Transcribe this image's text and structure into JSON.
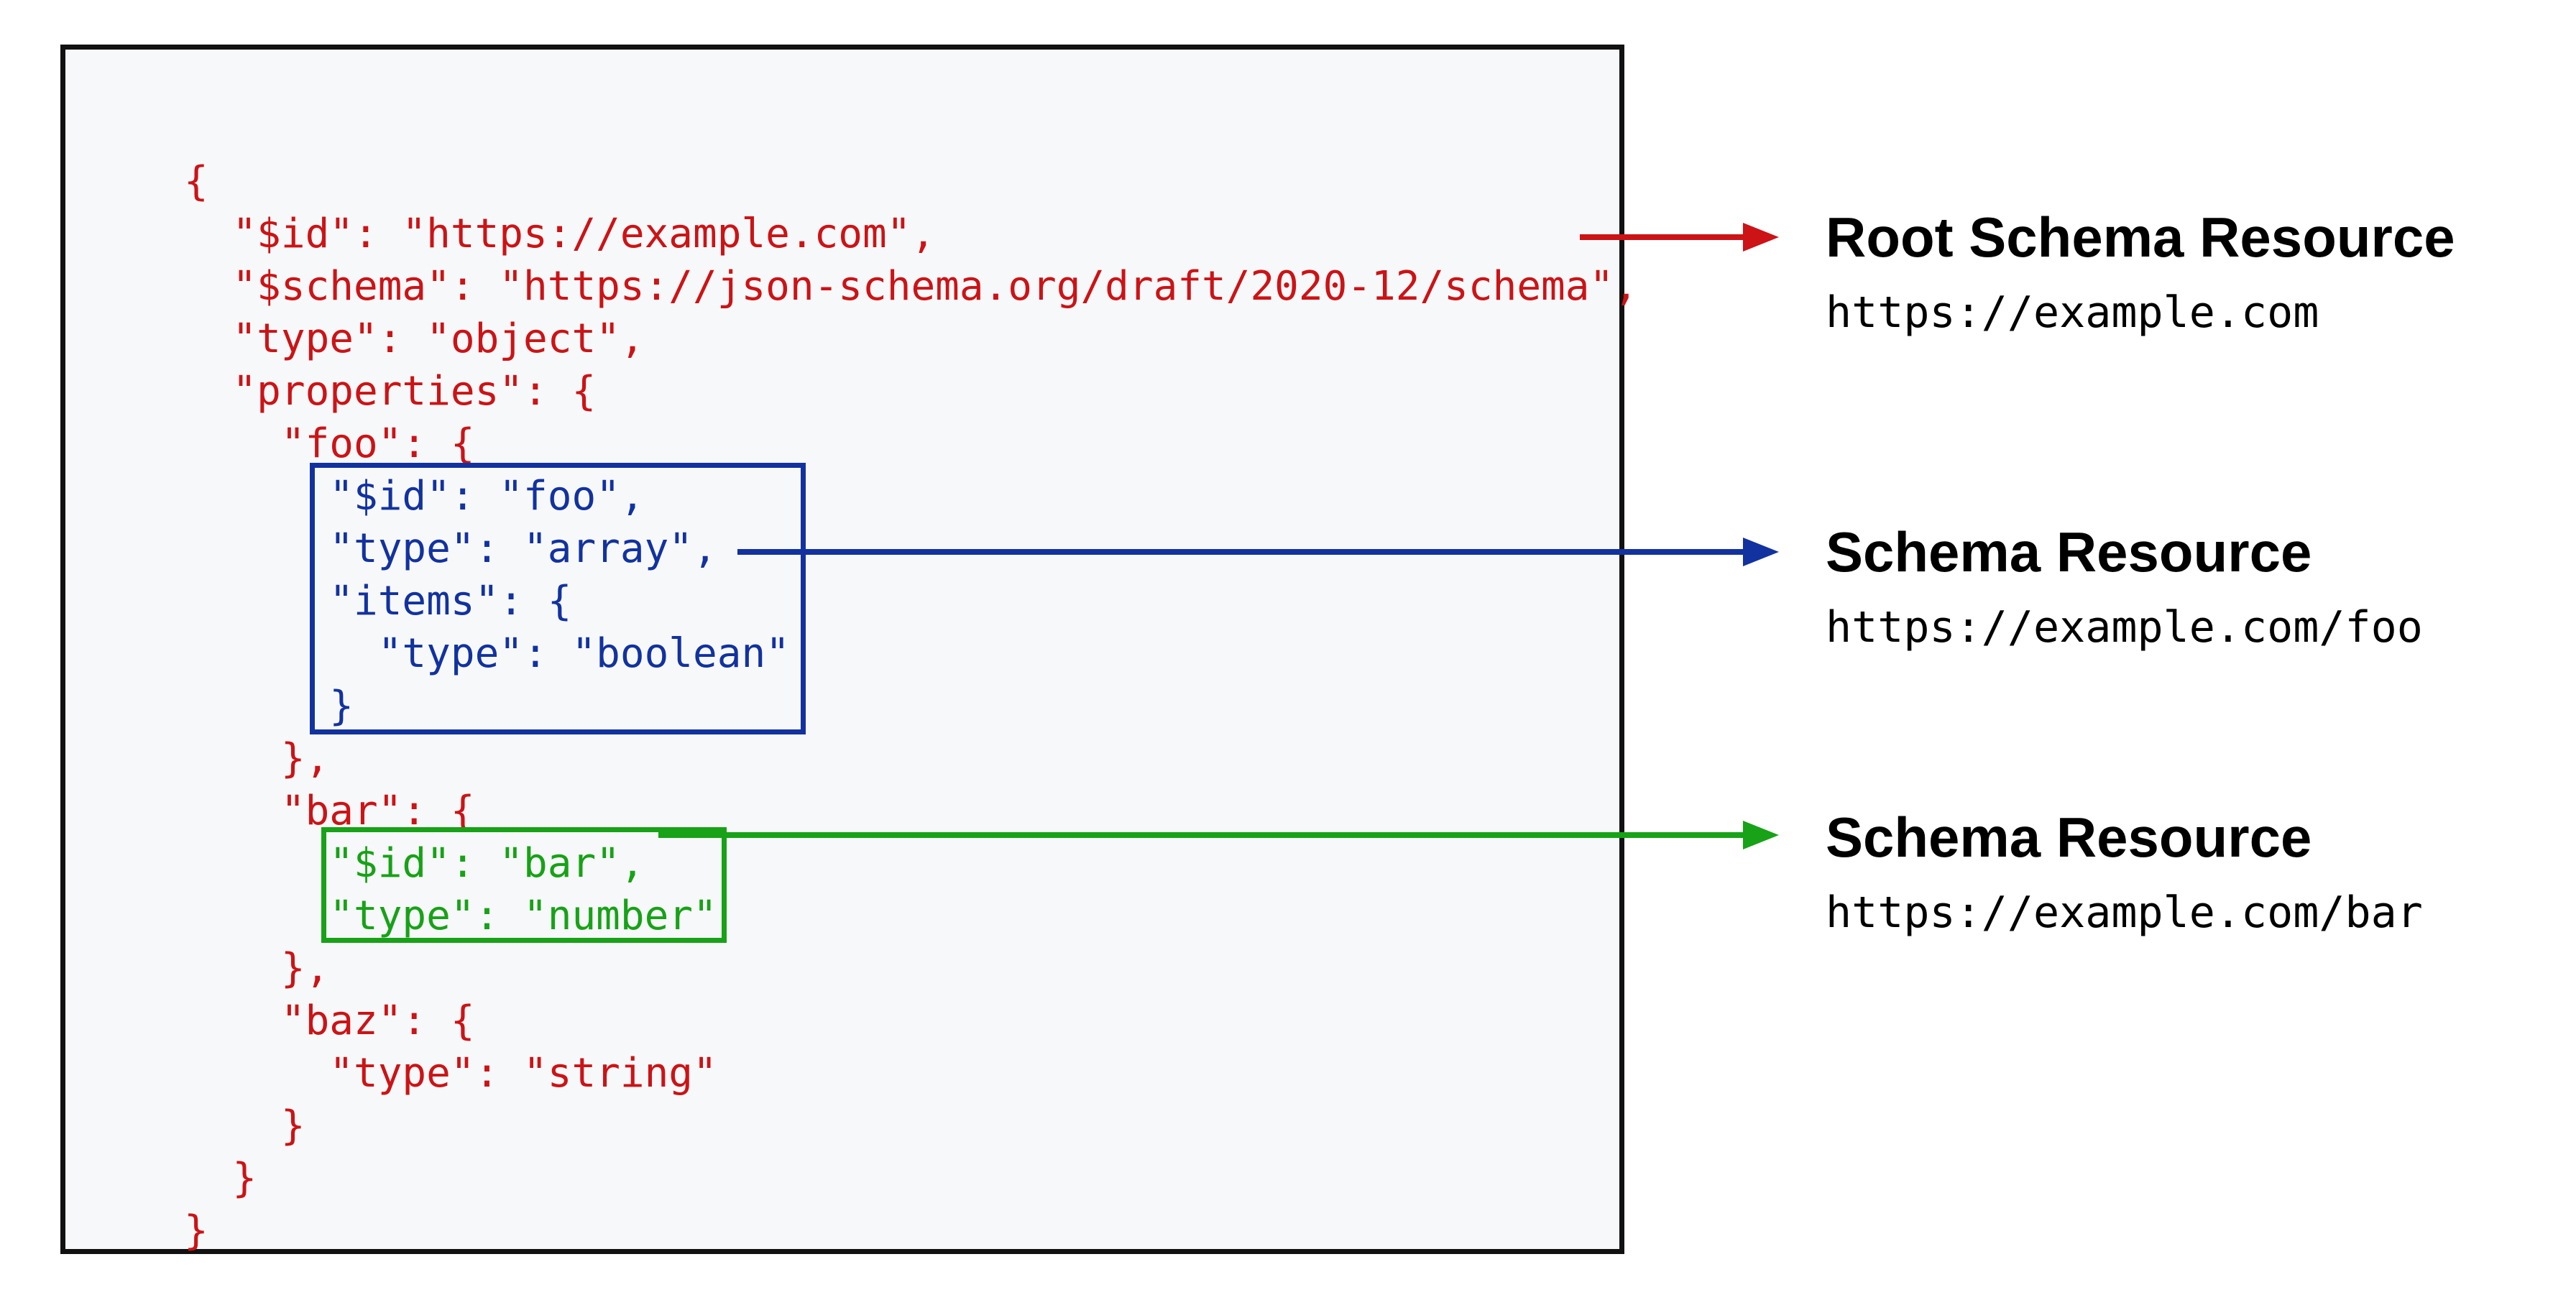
{
  "palette": {
    "red": "#cc1316",
    "blue": "#1232a0",
    "green": "#17a217",
    "ink": "#000000",
    "panel-bg": "#f7f8f9",
    "panel-border": "#111111"
  },
  "code": {
    "lines": [
      {
        "text": "{",
        "color": "red"
      },
      {
        "text": "  \"$id\": \"https://example.com\",",
        "color": "red"
      },
      {
        "text": "  \"$schema\": \"https://json-schema.org/draft/2020-12/schema\",",
        "color": "red"
      },
      {
        "text": "  \"type\": \"object\",",
        "color": "red"
      },
      {
        "text": "  \"properties\": {",
        "color": "red"
      },
      {
        "text": "    \"foo\": {",
        "color": "red"
      },
      {
        "text": "      \"$id\": \"foo\",",
        "color": "blue"
      },
      {
        "text": "      \"type\": \"array\",",
        "color": "blue"
      },
      {
        "text": "      \"items\": {",
        "color": "blue"
      },
      {
        "text": "        \"type\": \"boolean\"",
        "color": "blue"
      },
      {
        "text": "      }",
        "color": "blue"
      },
      {
        "text": "    },",
        "color": "red"
      },
      {
        "text": "    \"bar\": {",
        "color": "red"
      },
      {
        "text": "      \"$id\": \"bar\",",
        "color": "green"
      },
      {
        "text": "      \"type\": \"number\"",
        "color": "green"
      },
      {
        "text": "    },",
        "color": "red"
      },
      {
        "text": "    \"baz\": {",
        "color": "red"
      },
      {
        "text": "      \"type\": \"string\"",
        "color": "red"
      },
      {
        "text": "    }",
        "color": "red"
      },
      {
        "text": "  }",
        "color": "red"
      },
      {
        "text": "}",
        "color": "red"
      }
    ]
  },
  "annotations": [
    {
      "heading": "Root Schema Resource",
      "url": "https://example.com",
      "arrow_color": "#cc1316"
    },
    {
      "heading": "Schema Resource",
      "url": "https://example.com/foo",
      "arrow_color": "#1232a0"
    },
    {
      "heading": "Schema Resource",
      "url": "https://example.com/bar",
      "arrow_color": "#17a217"
    }
  ]
}
